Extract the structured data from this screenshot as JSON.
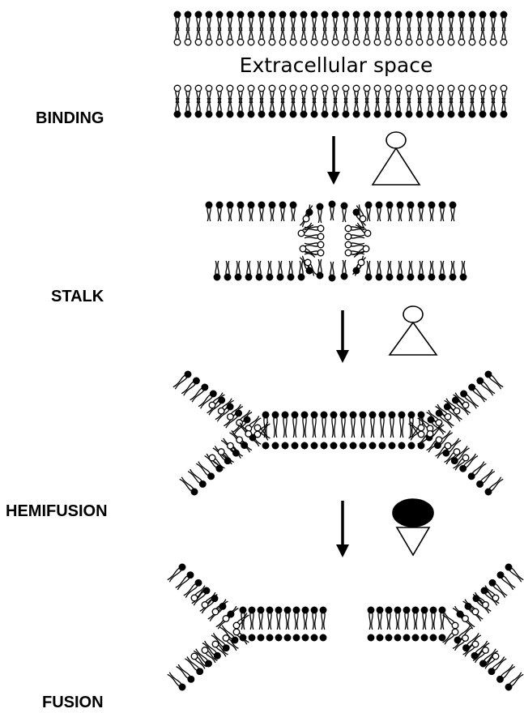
{
  "diagram": {
    "space_label": "Extracellular space",
    "stages": [
      {
        "key": "binding",
        "label": "BINDING"
      },
      {
        "key": "stalk",
        "label": "STALK"
      },
      {
        "key": "hemifusion",
        "label": "HEMIFUSION"
      },
      {
        "key": "fusion",
        "label": "FUSION"
      }
    ],
    "transitions": [
      {
        "from": "binding",
        "to": "stalk",
        "symbol": "open-circle-over-triangle"
      },
      {
        "from": "stalk",
        "to": "hemifusion",
        "symbol": "open-circle-over-triangle"
      },
      {
        "from": "hemifusion",
        "to": "fusion",
        "symbol": "filled-ellipse-over-inverted-triangle"
      }
    ]
  },
  "colors": {
    "line": "#000000",
    "background": "#ffffff",
    "open_head": "#ffffff",
    "filled_head": "#000000"
  }
}
